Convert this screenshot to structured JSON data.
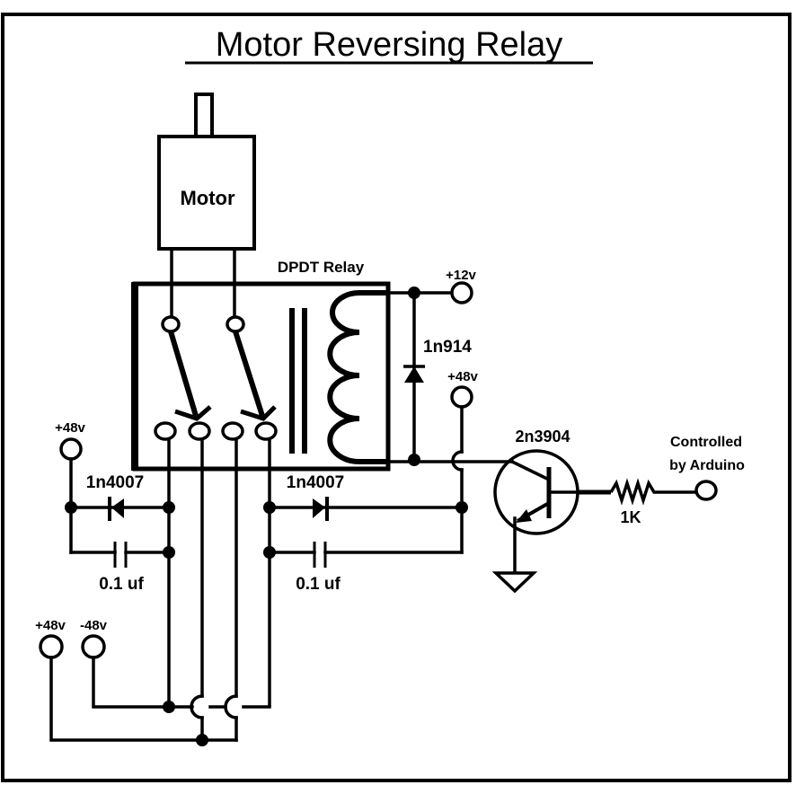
{
  "title": "Motor Reversing Relay",
  "colors": {
    "ink": "#000000",
    "background": "#ffffff"
  },
  "components": {
    "motor": {
      "label": "Motor"
    },
    "relay": {
      "label": "DPDT Relay"
    },
    "flyback_diode": {
      "label": "1n914"
    },
    "transistor": {
      "label": "2n3904"
    },
    "resistor": {
      "label": "1K"
    },
    "diode_left": {
      "label": "1n4007"
    },
    "diode_right": {
      "label": "1n4007"
    },
    "cap_left": {
      "label": "0.1 uf"
    },
    "cap_right": {
      "label": "0.1 uf"
    }
  },
  "terminals": {
    "coil_supply": "+12v",
    "collector_supply": "+48v",
    "left_snubber_supply": "+48v",
    "bottom_positive": "+48v",
    "bottom_negative": "-48v",
    "control_line1": "Controlled",
    "control_line2": "by Arduino"
  }
}
